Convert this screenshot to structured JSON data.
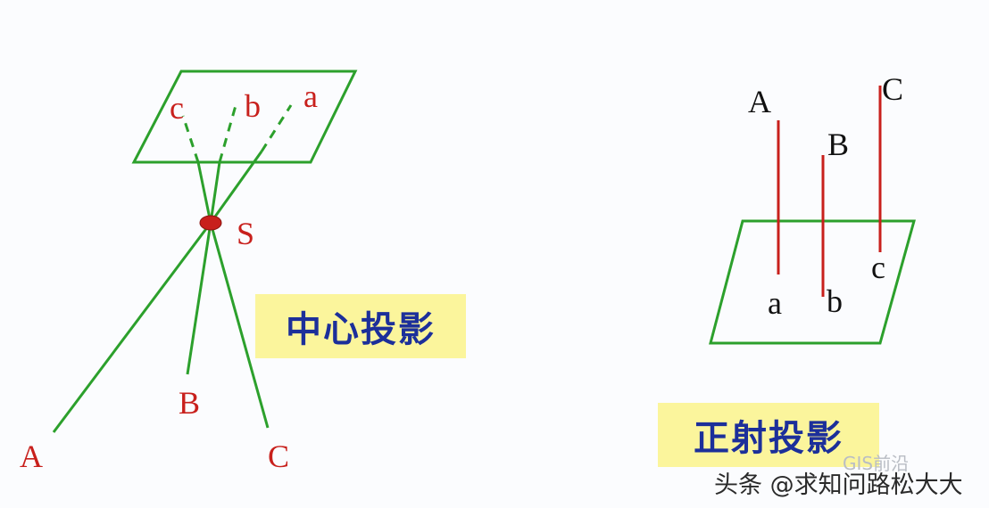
{
  "central": {
    "plane_points": {
      "c": "c",
      "b": "b",
      "a": "a"
    },
    "center": "S",
    "object_points": {
      "A": "A",
      "B": "B",
      "C": "C"
    },
    "caption": "中心投影"
  },
  "orthographic": {
    "object_points": {
      "A": "A",
      "B": "B",
      "C": "C"
    },
    "plane_points": {
      "a": "a",
      "b": "b",
      "c": "c"
    },
    "caption": "正射投影"
  },
  "watermark": {
    "text": "头条 @求知问路松大大",
    "sub": "GIS前沿"
  },
  "colors": {
    "plane": "#2ca02c",
    "projector": "#2ca02c",
    "ortho_line": "#c8201c",
    "center_point": "#c8201c",
    "label_red": "#c8201c",
    "caption_bg": "#fbf59c",
    "caption_text": "#1c2f9a"
  }
}
